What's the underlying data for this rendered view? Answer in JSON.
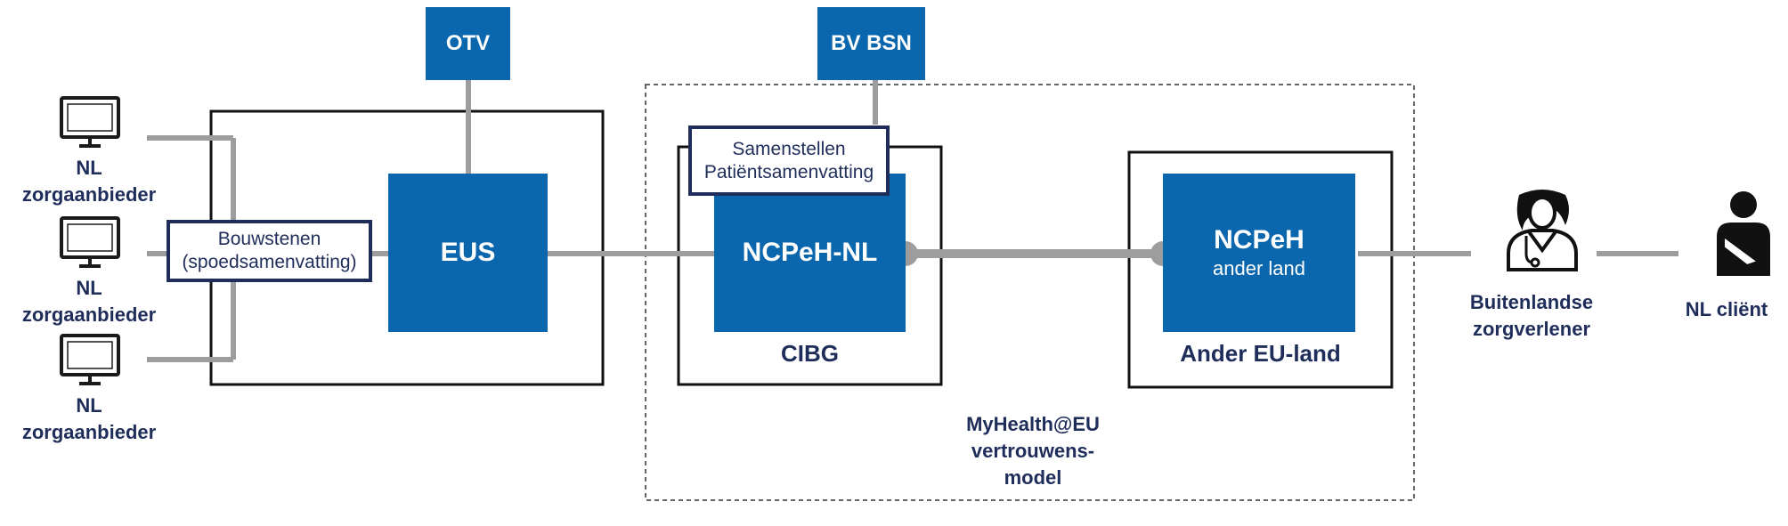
{
  "nodes": {
    "otv": "OTV",
    "bv_bsn": "BV BSN",
    "eus": "EUS",
    "ncpeh_nl": "NCPeH-NL",
    "ncpeh_other_title": "NCPeH",
    "ncpeh_other_sub": "ander land"
  },
  "notes": {
    "bouwstenen_line1": "Bouwstenen",
    "bouwstenen_line2": "(spoedsamenvatting)",
    "samenstellen_line1": "Samenstellen",
    "samenstellen_line2": "Patiëntsamenvatting"
  },
  "containers": {
    "cibg": "CIBG",
    "ander_eu_land": "Ander EU-land",
    "myhealth_line1": "MyHealth@EU",
    "myhealth_line2": "vertrouwens-",
    "myhealth_line3": "model"
  },
  "providers": [
    {
      "line1": "NL",
      "line2": "zorgaanbieder"
    },
    {
      "line1": "NL",
      "line2": "zorgaanbieder"
    },
    {
      "line1": "NL",
      "line2": "zorgaanbieder"
    }
  ],
  "actors": {
    "foreign_line1": "Buitenlandse",
    "foreign_line2": "zorgverlener",
    "client": "NL cliënt"
  },
  "colors": {
    "blue": "#0a66ad",
    "navy": "#1f2d5a",
    "connector": "#9d9d9d"
  },
  "icons": {
    "provider": "monitor-icon",
    "foreign": "doctor-icon",
    "client": "patient-icon"
  }
}
